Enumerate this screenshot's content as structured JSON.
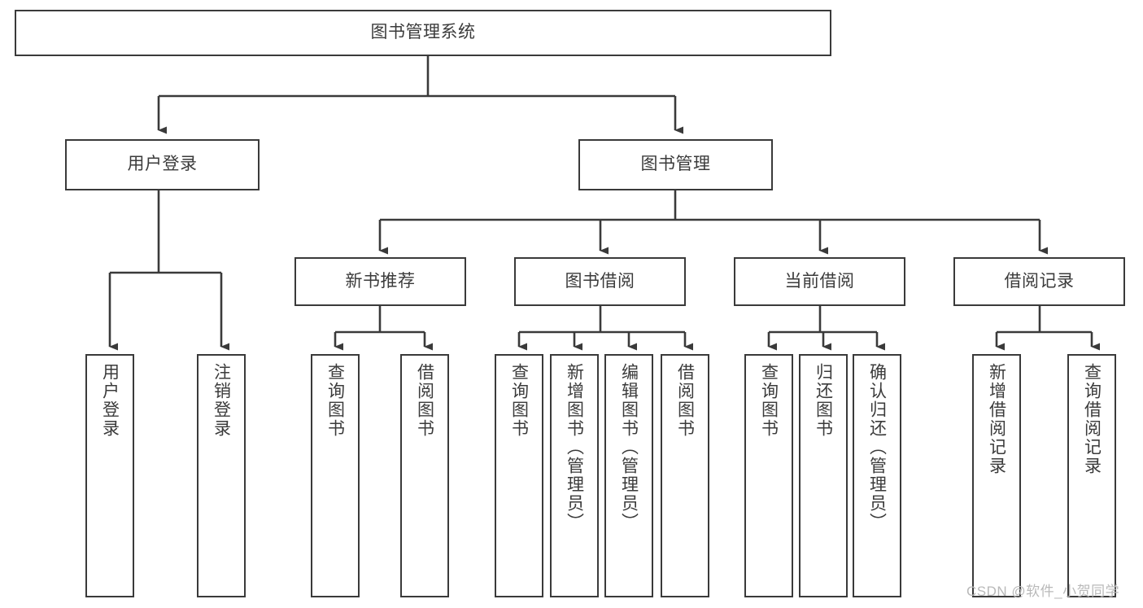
{
  "diagram": {
    "type": "tree",
    "title": "图书管理系统",
    "watermark": "CSDN @软件_小贺同学",
    "colors": {
      "background": "#ffffff",
      "box_border": "#3a3a3a",
      "box_fill": "#ffffff",
      "text": "#3b3b3b",
      "connector": "#3a3a3a",
      "watermark": "#b9b9b9"
    },
    "root": {
      "label": "图书管理系统"
    },
    "level2": [
      {
        "label": "用户登录"
      },
      {
        "label": "图书管理"
      }
    ],
    "level3": [
      {
        "label": "新书推荐"
      },
      {
        "label": "图书借阅"
      },
      {
        "label": "当前借阅"
      },
      {
        "label": "借阅记录"
      }
    ],
    "leaves": {
      "user_login": [
        {
          "label": "用户登录"
        },
        {
          "label": "注销登录"
        }
      ],
      "new_book_recommend": [
        {
          "label": "查询图书"
        },
        {
          "label": "借阅图书"
        }
      ],
      "book_borrow": [
        {
          "label": "查询图书"
        },
        {
          "label": "新增图书（管理员）"
        },
        {
          "label": "编辑图书（管理员）"
        },
        {
          "label": "借阅图书"
        }
      ],
      "current_borrow": [
        {
          "label": "查询图书"
        },
        {
          "label": "归还图书"
        },
        {
          "label": "确认归还（管理员）"
        }
      ],
      "borrow_record": [
        {
          "label": "新增借阅记录"
        },
        {
          "label": "查询借阅记录"
        }
      ]
    }
  }
}
